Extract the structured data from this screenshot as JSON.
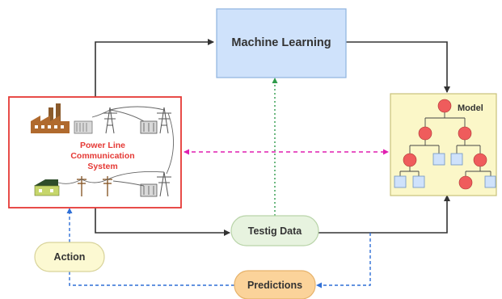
{
  "nodes": {
    "machine_learning": "Machine Learning",
    "model": "Model",
    "plc": {
      "line1": "Power Line",
      "line2": "Communication",
      "line3": "System"
    },
    "testing_data": "Testig Data",
    "action": "Action",
    "predictions": "Predictions"
  },
  "colors": {
    "ml_fill": "#cfe2fb",
    "ml_stroke": "#8fb3e0",
    "model_fill": "#fbf7c8",
    "model_stroke": "#c9c27a",
    "plc_stroke": "#e53935",
    "plc_text": "#e53935",
    "testing_fill": "#e7f3df",
    "testing_stroke": "#b9d4a9",
    "action_fill": "#fcf9d2",
    "action_stroke": "#d8d39a",
    "predictions_fill": "#fbd39a",
    "predictions_stroke": "#e6b26a",
    "tree_node_red": "#ef5c5c",
    "tree_leaf_blue": "#cfe2fb",
    "arrow_dark": "#333333",
    "arrow_green_dotted": "#2e9a4a",
    "arrow_magenta_dashed": "#e01fb0",
    "arrow_blue_dashed": "#2f6fd6"
  },
  "icons": [
    "factory-icon",
    "transformer-icon",
    "transmission-tower-icon",
    "house-icon",
    "utility-pole-icon"
  ]
}
